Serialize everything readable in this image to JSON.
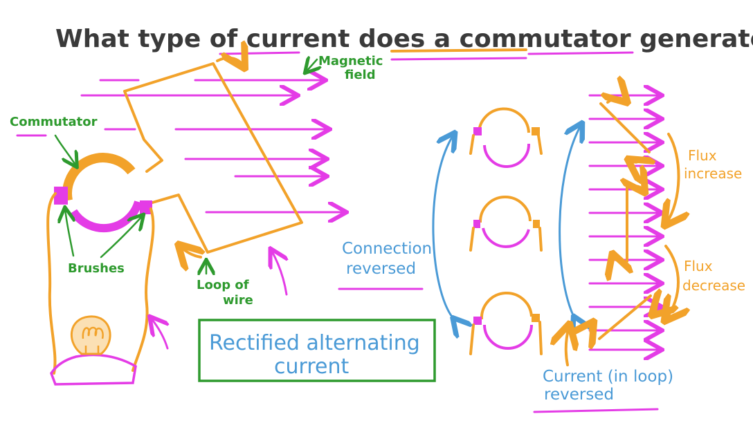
{
  "title": "What type of current does a commutator generator produce?",
  "labels": {
    "magnetic_field_1": "Magnetic",
    "magnetic_field_2": "field",
    "commutator": "Commutator",
    "brushes": "Brushes",
    "loop_of_wire_1": "Loop of",
    "loop_of_wire_2": "wire",
    "connection_reversed_1": "Connection",
    "connection_reversed_2": "reversed",
    "flux_increase_1": "Flux",
    "flux_increase_2": "increase",
    "flux_decrease_1": "Flux",
    "flux_decrease_2": "decrease",
    "current_reversed_1": "Current (in loop)",
    "current_reversed_2": "reversed"
  },
  "answer": {
    "line1": "Rectified alternating",
    "line2": "current"
  },
  "colors": {
    "pink": "#e43ce6",
    "orange": "#f2a22a",
    "green": "#2e9a2e",
    "blue": "#4a9ad6",
    "text": "#3a3a3a"
  }
}
